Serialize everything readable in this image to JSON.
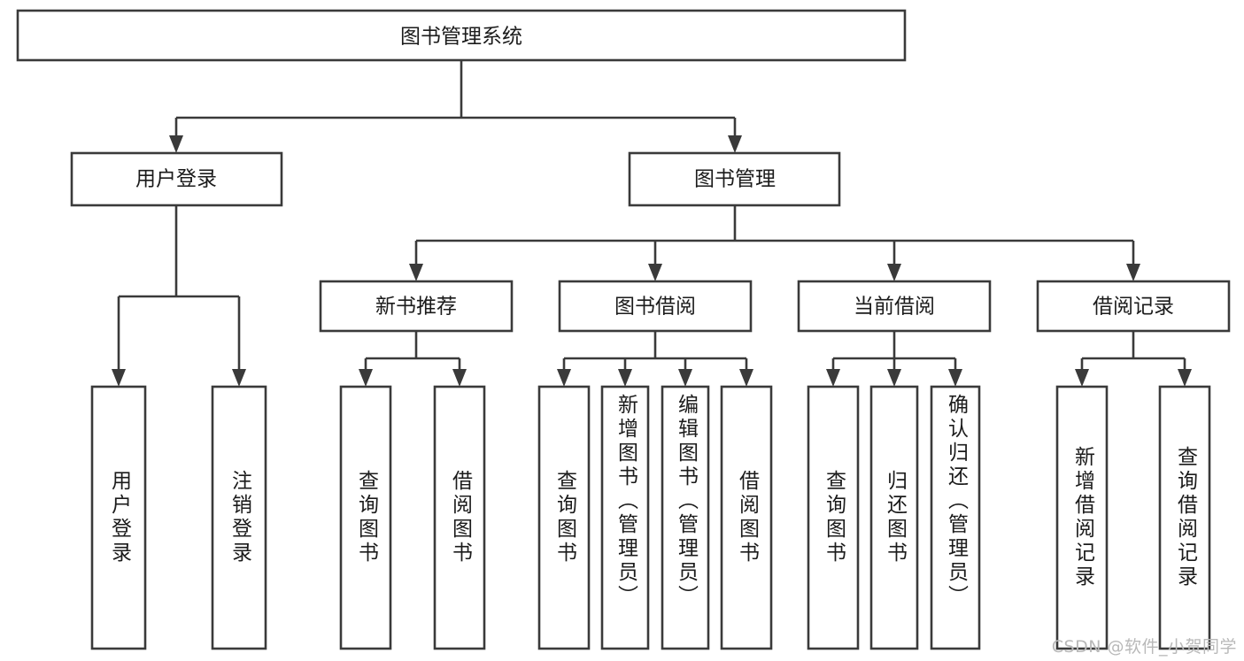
{
  "diagram": {
    "type": "tree-hierarchy-chart",
    "title_node": {
      "id": "root",
      "label": "图书管理系统"
    },
    "colors": {
      "box_stroke": "#3a3a3a",
      "box_fill": "#ffffff",
      "text": "#1b1b1b",
      "background": "#ffffff",
      "watermark": "#b9b9b9"
    },
    "levels": [
      {
        "level": 1,
        "nodes": [
          {
            "id": "root",
            "label": "图书管理系统",
            "orientation": "horizontal"
          }
        ]
      },
      {
        "level": 2,
        "nodes": [
          {
            "id": "user-login",
            "label": "用户登录",
            "orientation": "horizontal",
            "parent": "root"
          },
          {
            "id": "book-admin",
            "label": "图书管理",
            "orientation": "horizontal",
            "parent": "root"
          }
        ]
      },
      {
        "level": 3,
        "nodes": [
          {
            "id": "new-book-recommend",
            "label": "新书推荐",
            "orientation": "horizontal",
            "parent": "book-admin"
          },
          {
            "id": "book-borrow",
            "label": "图书借阅",
            "orientation": "horizontal",
            "parent": "book-admin"
          },
          {
            "id": "current-borrow",
            "label": "当前借阅",
            "orientation": "horizontal",
            "parent": "book-admin"
          },
          {
            "id": "borrow-record",
            "label": "借阅记录",
            "orientation": "horizontal",
            "parent": "book-admin"
          }
        ]
      },
      {
        "level": 4,
        "nodes": [
          {
            "id": "leaf-user-login",
            "label": "用户登录",
            "orientation": "vertical",
            "parent": "user-login"
          },
          {
            "id": "leaf-user-logout",
            "label": "注销登录",
            "orientation": "vertical",
            "parent": "user-login"
          },
          {
            "id": "leaf-query-book-1",
            "label": "查询图书",
            "orientation": "vertical",
            "parent": "new-book-recommend"
          },
          {
            "id": "leaf-borrow-book-1",
            "label": "借阅图书",
            "orientation": "vertical",
            "parent": "new-book-recommend"
          },
          {
            "id": "leaf-query-book-2",
            "label": "查询图书",
            "orientation": "vertical",
            "parent": "book-borrow"
          },
          {
            "id": "leaf-add-book",
            "label": "新增图书（管理员）",
            "orientation": "vertical",
            "parent": "book-borrow"
          },
          {
            "id": "leaf-edit-book",
            "label": "编辑图书（管理员）",
            "orientation": "vertical",
            "parent": "book-borrow"
          },
          {
            "id": "leaf-borrow-book-2",
            "label": "借阅图书",
            "orientation": "vertical",
            "parent": "book-borrow"
          },
          {
            "id": "leaf-query-book-3",
            "label": "查询图书",
            "orientation": "vertical",
            "parent": "current-borrow"
          },
          {
            "id": "leaf-return-book",
            "label": "归还图书",
            "orientation": "vertical",
            "parent": "current-borrow"
          },
          {
            "id": "leaf-confirm-return",
            "label": "确认归还（管理员）",
            "orientation": "vertical",
            "parent": "current-borrow"
          },
          {
            "id": "leaf-add-record",
            "label": "新增借阅记录",
            "orientation": "vertical",
            "parent": "borrow-record"
          },
          {
            "id": "leaf-query-record",
            "label": "查询借阅记录",
            "orientation": "vertical",
            "parent": "borrow-record"
          }
        ]
      }
    ],
    "watermark": "CSDN @软件_小贺同学"
  }
}
